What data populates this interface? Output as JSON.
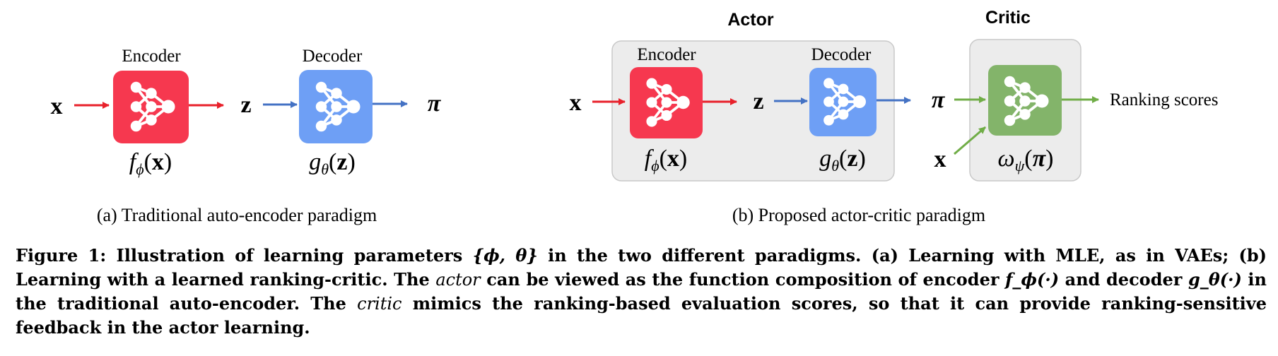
{
  "figure": {
    "panel_a": {
      "encoder_label": "Encoder",
      "decoder_label": "Decoder",
      "input_var": "x",
      "latent_var": "z",
      "output_var": "π",
      "encoder_func": {
        "name": "f",
        "sub": "ϕ",
        "arg": "x"
      },
      "decoder_func": {
        "name": "g",
        "sub": "θ",
        "arg": "z"
      },
      "caption": "(a) Traditional auto-encoder paradigm"
    },
    "panel_b": {
      "actor_title": "Actor",
      "critic_title": "Critic",
      "encoder_label": "Encoder",
      "decoder_label": "Decoder",
      "input_var": "x",
      "latent_var": "z",
      "output_var": "π",
      "critic_input_var": "x",
      "encoder_func": {
        "name": "f",
        "sub": "ϕ",
        "arg": "x"
      },
      "decoder_func": {
        "name": "g",
        "sub": "θ",
        "arg": "z"
      },
      "critic_func": {
        "name": "ω",
        "sub": "ψ",
        "arg": "π"
      },
      "output_label": "Ranking scores",
      "caption": "(b) Proposed actor-critic paradigm"
    },
    "colors": {
      "encoder": "#f6384f",
      "decoder": "#6e9ff5",
      "critic": "#83b46a",
      "arrow_red": "#e8212b",
      "arrow_blue": "#4472c4",
      "arrow_green": "#70ad47",
      "panel_bg": "#ececec"
    },
    "icons": [
      "neural-network-icon"
    ]
  },
  "caption": {
    "label": "Figure 1:",
    "figure_number": "1",
    "parts": [
      {
        "style": "bold",
        "text": "Illustration of learning parameters "
      },
      {
        "style": "math",
        "text": "{ϕ, θ}"
      },
      {
        "style": "bold",
        "text": " in the two different paradigms. (a) Learning with MLE, as in VAEs; (b) Learning with a learned ranking-critic. The "
      },
      {
        "style": "italic",
        "text": "actor"
      },
      {
        "style": "bold",
        "text": " can be viewed as the function composition of encoder "
      },
      {
        "style": "math",
        "text": "f_ϕ(·)"
      },
      {
        "style": "bold",
        "text": " and decoder "
      },
      {
        "style": "math",
        "text": "g_θ(·)"
      },
      {
        "style": "bold",
        "text": " in the traditional auto-encoder. The "
      },
      {
        "style": "italic",
        "text": "critic"
      },
      {
        "style": "bold",
        "text": " mimics the ranking-based evaluation scores, so that it can provide ranking-sensitive feedback in the actor learning."
      }
    ]
  }
}
